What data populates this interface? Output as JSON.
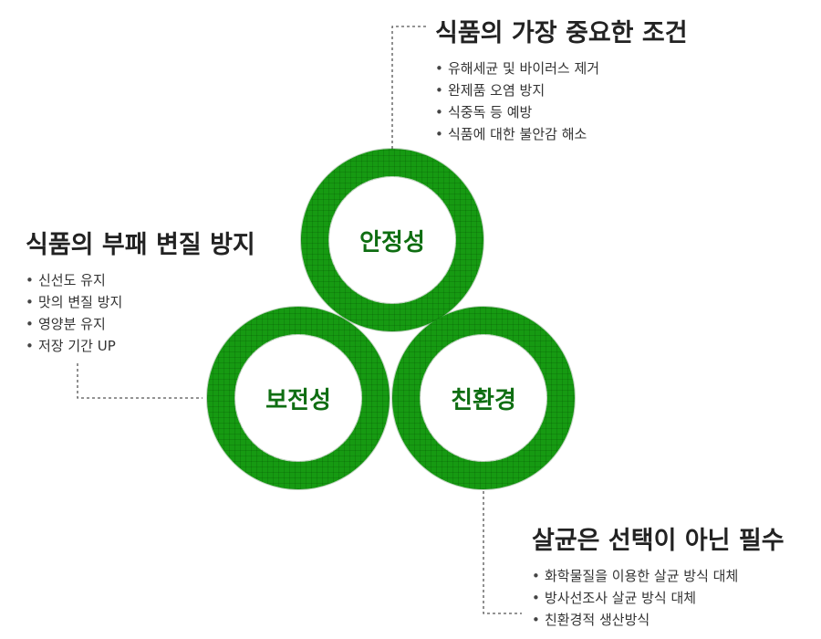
{
  "colors": {
    "ring_green": "#169a12",
    "ring_label": "#0f6e12",
    "connector": "#555555"
  },
  "rings": {
    "safety": "안정성",
    "preservation": "보전성",
    "eco": "친환경"
  },
  "top_block": {
    "title": "식품의 가장 중요한 조건",
    "items": [
      "유해세균 및 바이러스 제거",
      "완제품 오염 방지",
      "식중독 등 예방",
      "식품에 대한 불안감 해소"
    ]
  },
  "left_block": {
    "title": "식품의 부패 변질 방지",
    "items": [
      "신선도 유지",
      "맛의 변질 방지",
      "영양분 유지",
      "저장 기간 UP"
    ]
  },
  "bottom_block": {
    "title": "살균은 선택이 아닌 필수",
    "items": [
      "화학물질을 이용한 살균 방식 대체",
      "방사선조사 살균 방식 대체",
      "친환경적 생산방식"
    ]
  },
  "bullet": "•"
}
